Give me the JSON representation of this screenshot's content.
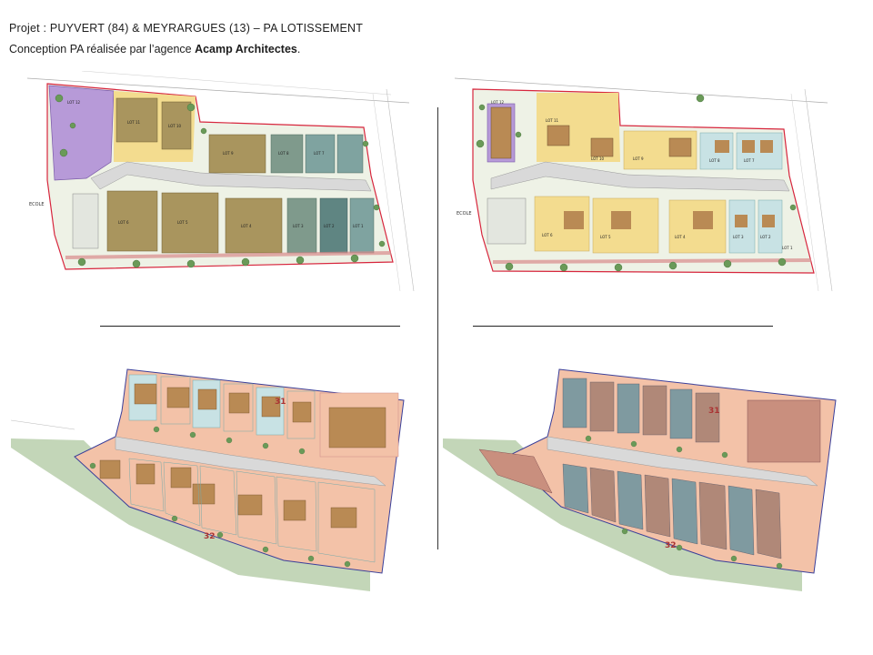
{
  "header": {
    "line1": "Projet : PUYVERT (84) & MEYRARGUES (13) – PA LOTISSEMENT",
    "line2_prefix": "Conception PA réalisée par l’agence ",
    "line2_agency": "Acamp Architectes",
    "line2_suffix": "."
  },
  "plans": {
    "ecole_label": "ECOLE",
    "lot_labels_p1": [
      "LOT 11",
      "LOT 10",
      "LOT 9",
      "LOT 8",
      "LOT 7",
      "LOT 6",
      "LOT 5",
      "LOT 4",
      "LOT 3",
      "LOT 2",
      "LOT 1",
      "LOT 12"
    ],
    "lot_labels_p2": [
      "LOT 11",
      "LOT 10",
      "LOT 9",
      "LOT 8",
      "LOT 7",
      "LOT 6",
      "LOT 5",
      "LOT 4",
      "LOT 3",
      "LOT 2",
      "LOT 1",
      "LOT 12"
    ],
    "meyrargues_numbers": [
      "31",
      "32"
    ],
    "colors": {
      "purple": "#b79ad8",
      "olive": "#a9955e",
      "yellow": "#f3dc8f",
      "teal": "#7fa3a0",
      "lightblue": "#c8e2e4",
      "salmon": "#f3c2a8",
      "brown": "#b98a54",
      "road": "#d9d9d9",
      "green": "#5d8c4f",
      "red": "#d7263d",
      "blue": "#3a3f9a"
    }
  }
}
